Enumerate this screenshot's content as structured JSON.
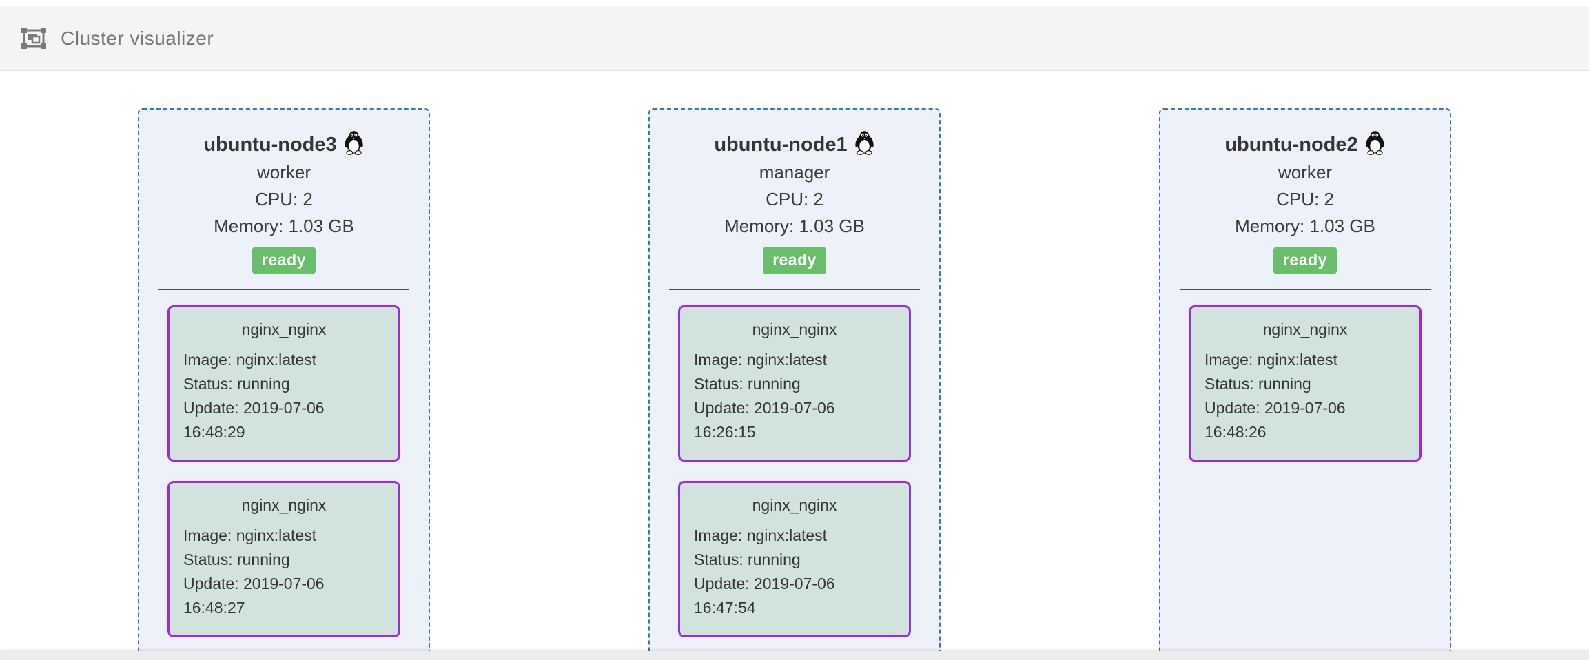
{
  "header": {
    "title": "Cluster visualizer",
    "icon": "object-group-icon"
  },
  "icons": {
    "node_title_icon": "linux-penguin-icon"
  },
  "colors": {
    "header_bg": "#f4f4f4",
    "header_text": "#777777",
    "card_bg": "#edf1f9",
    "card_border_blue": "#3f74b8",
    "ready_green": "#69bd6b",
    "task_bg": "#d2e2dd",
    "task_border_purple": "#9b2ce0",
    "text_dark": "#353535"
  },
  "nodes": [
    {
      "name": "ubuntu-node3",
      "role": "worker",
      "cpu": "CPU: 2",
      "memory": "Memory: 1.03 GB",
      "status": "ready",
      "tasks": [
        {
          "title": "nginx_nginx",
          "image": "Image: nginx:latest",
          "state": "Status: running",
          "update": "Update: 2019-07-06 16:48:29"
        },
        {
          "title": "nginx_nginx",
          "image": "Image: nginx:latest",
          "state": "Status: running",
          "update": "Update: 2019-07-06 16:48:27"
        }
      ]
    },
    {
      "name": "ubuntu-node1",
      "role": "manager",
      "cpu": "CPU: 2",
      "memory": "Memory: 1.03 GB",
      "status": "ready",
      "tasks": [
        {
          "title": "nginx_nginx",
          "image": "Image: nginx:latest",
          "state": "Status: running",
          "update": "Update: 2019-07-06 16:26:15"
        },
        {
          "title": "nginx_nginx",
          "image": "Image: nginx:latest",
          "state": "Status: running",
          "update": "Update: 2019-07-06 16:47:54"
        }
      ]
    },
    {
      "name": "ubuntu-node2",
      "role": "worker",
      "cpu": "CPU: 2",
      "memory": "Memory: 1.03 GB",
      "status": "ready",
      "tasks": [
        {
          "title": "nginx_nginx",
          "image": "Image: nginx:latest",
          "state": "Status: running",
          "update": "Update: 2019-07-06 16:48:26"
        }
      ]
    }
  ]
}
